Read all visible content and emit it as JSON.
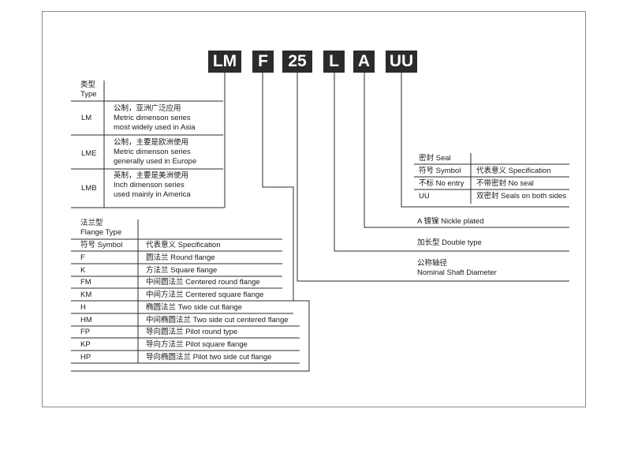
{
  "code": [
    "LM",
    "F",
    "25",
    "L",
    "A",
    "UU"
  ],
  "type_table": {
    "header_cn": "类型",
    "header_en": "Type",
    "rows": [
      {
        "code": "LM",
        "cn": "公制，亚洲广泛应用",
        "en1": "Metric dimenson series",
        "en2": "most widely used in Asia"
      },
      {
        "code": "LME",
        "cn": "公制，主要是欧洲使用",
        "en1": "Metric dimenson series",
        "en2": "generally used in Europe"
      },
      {
        "code": "LMB",
        "cn": "英制，主要是美洲使用",
        "en1": "Inch dimenson series",
        "en2": "used mainly in America"
      }
    ]
  },
  "flange_table": {
    "header_cn": "法兰型",
    "header_en": "Flange Type",
    "col_symbol": "符号 Symbol",
    "col_spec": "代表意义 Specification",
    "rows": [
      {
        "code": "F",
        "desc": "圆法兰 Round flange"
      },
      {
        "code": "K",
        "desc": "方法兰 Square flange"
      },
      {
        "code": "FM",
        "desc": "中间圆法兰 Centered round flange"
      },
      {
        "code": "KM",
        "desc": "中间方法兰 Centered square flange"
      },
      {
        "code": "H",
        "desc": "椭圆法兰 Two side cut flange"
      },
      {
        "code": "HM",
        "desc": "中间椭圆法兰 Two side cut centered flange"
      },
      {
        "code": "FP",
        "desc": "导向圆法兰 Pilot round type"
      },
      {
        "code": "KP",
        "desc": "导向方法兰 Pilot square flange"
      },
      {
        "code": "HP",
        "desc": "导向椭圆法兰 Pilot two side cut flange"
      }
    ]
  },
  "seal_table": {
    "header": "密封 Seal",
    "col_symbol": "符号 Symbol",
    "col_spec": "代表意义 Specification",
    "rows": [
      {
        "code": "不标 No entry",
        "desc": "不带密封 No seal"
      },
      {
        "code": "UU",
        "desc": "双密封 Seals on both sides"
      }
    ]
  },
  "annotations": {
    "plated": "A  镀镍  Nickle plated",
    "double": "加长型 Double type",
    "diameter_cn": "公称轴径",
    "diameter_en": "Nominal Shaft Diameter"
  }
}
